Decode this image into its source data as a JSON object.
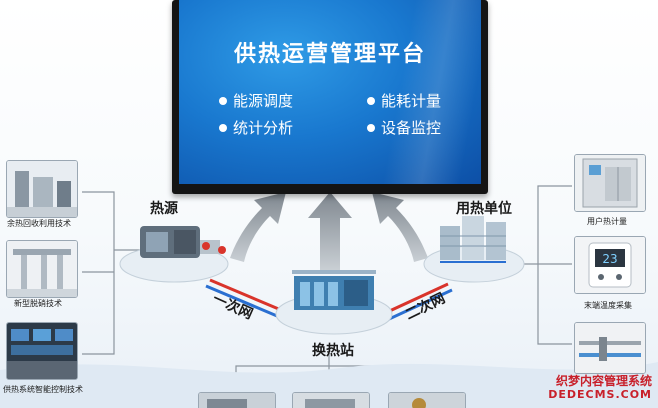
{
  "platform": {
    "title": "供热运营管理平台",
    "features": [
      "能源调度",
      "能耗计量",
      "统计分析",
      "设备监控"
    ]
  },
  "nodes": {
    "heat_source": "热源",
    "heat_user": "用热单位",
    "exchange_station": "换热站"
  },
  "networks": {
    "primary": "一次网",
    "secondary": "二次网"
  },
  "left_panels": [
    "余热回收利用技术",
    "新型脱硝技术",
    "供热系统智能控制技术"
  ],
  "right_panels": [
    "用户热计量",
    "末端温度采集"
  ],
  "thermostat_reading": "23",
  "watermark": {
    "line1": "织梦内容管理系统",
    "line2": "DEDECMS.COM"
  },
  "colors": {
    "screen": "#1978cf",
    "primary_pipe": "#d9342b",
    "secondary_pipe": "#2a6fd1",
    "arrow": "#8e969e",
    "watermark": "#c8202a"
  }
}
